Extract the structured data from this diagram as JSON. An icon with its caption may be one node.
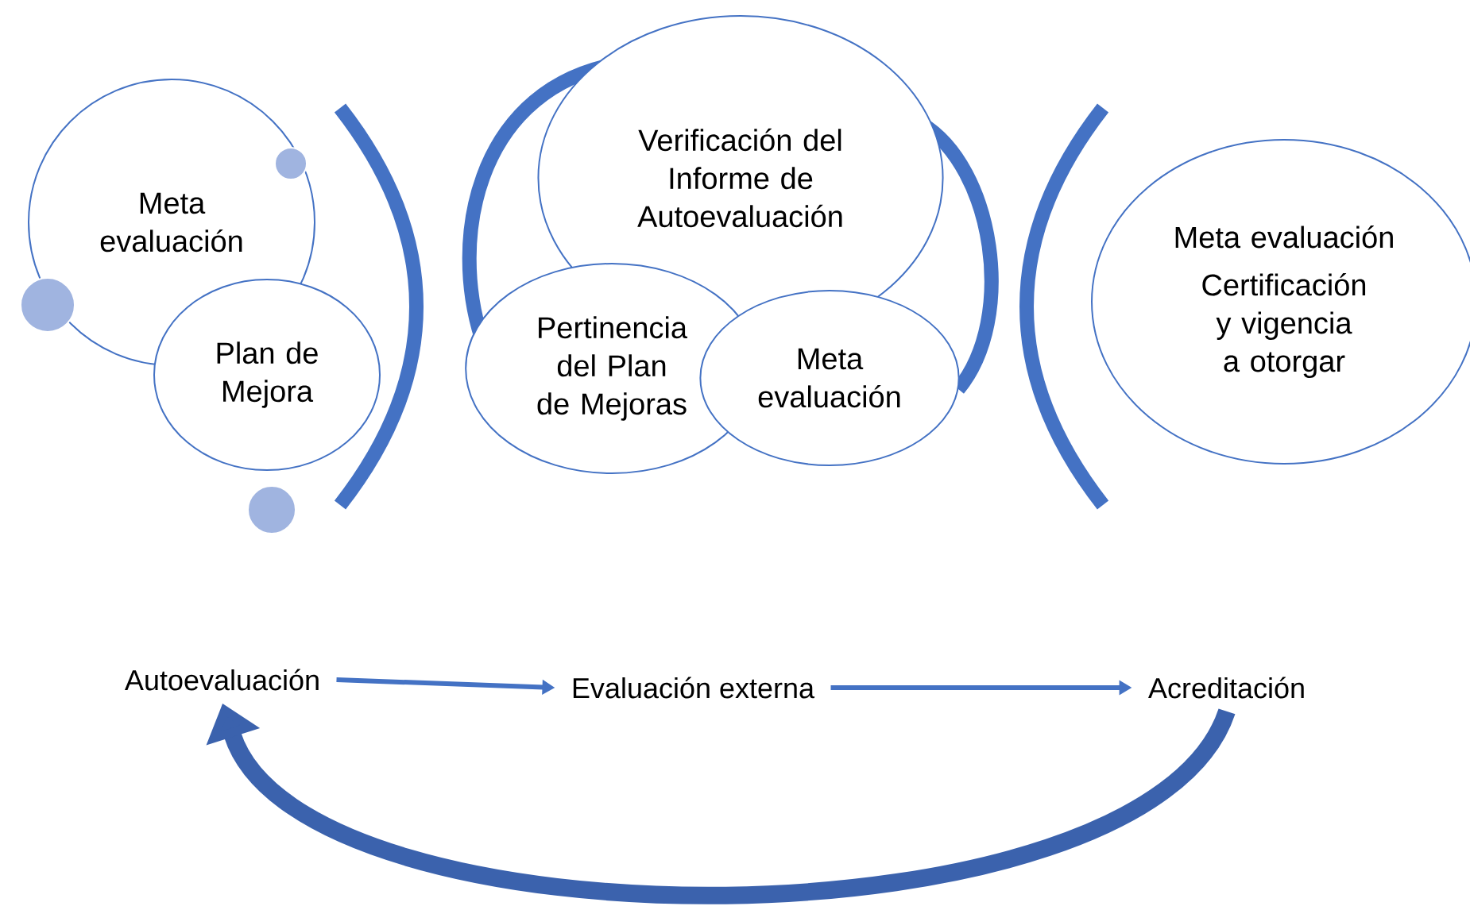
{
  "diagram": {
    "nodes": [
      {
        "text": [
          "Meta evaluación"
        ]
      },
      {
        "text": [
          "Plan de Mejora"
        ]
      },
      {
        "text": [
          "Verificación del Informe de Autoevaluación"
        ]
      },
      {
        "text": [
          "Pertinencia del Plan de Mejoras"
        ]
      },
      {
        "text": [
          "Meta evaluación"
        ]
      },
      {
        "text": [
          "Meta evaluación",
          "Certificación y vigencia a otorgar"
        ]
      },
      {
        "text": [
          "Autoevaluación"
        ]
      },
      {
        "text": [
          "Evaluación externa"
        ]
      },
      {
        "text": [
          "Acreditación"
        ]
      }
    ],
    "edges": [
      {
        "from": 6,
        "to": 7,
        "arrow": "to"
      },
      {
        "from": 7,
        "to": 8,
        "arrow": "to"
      },
      {
        "from": 8,
        "to": 6,
        "arrow": "to",
        "style": "thick",
        "color": "#3b62ad"
      }
    ]
  }
}
